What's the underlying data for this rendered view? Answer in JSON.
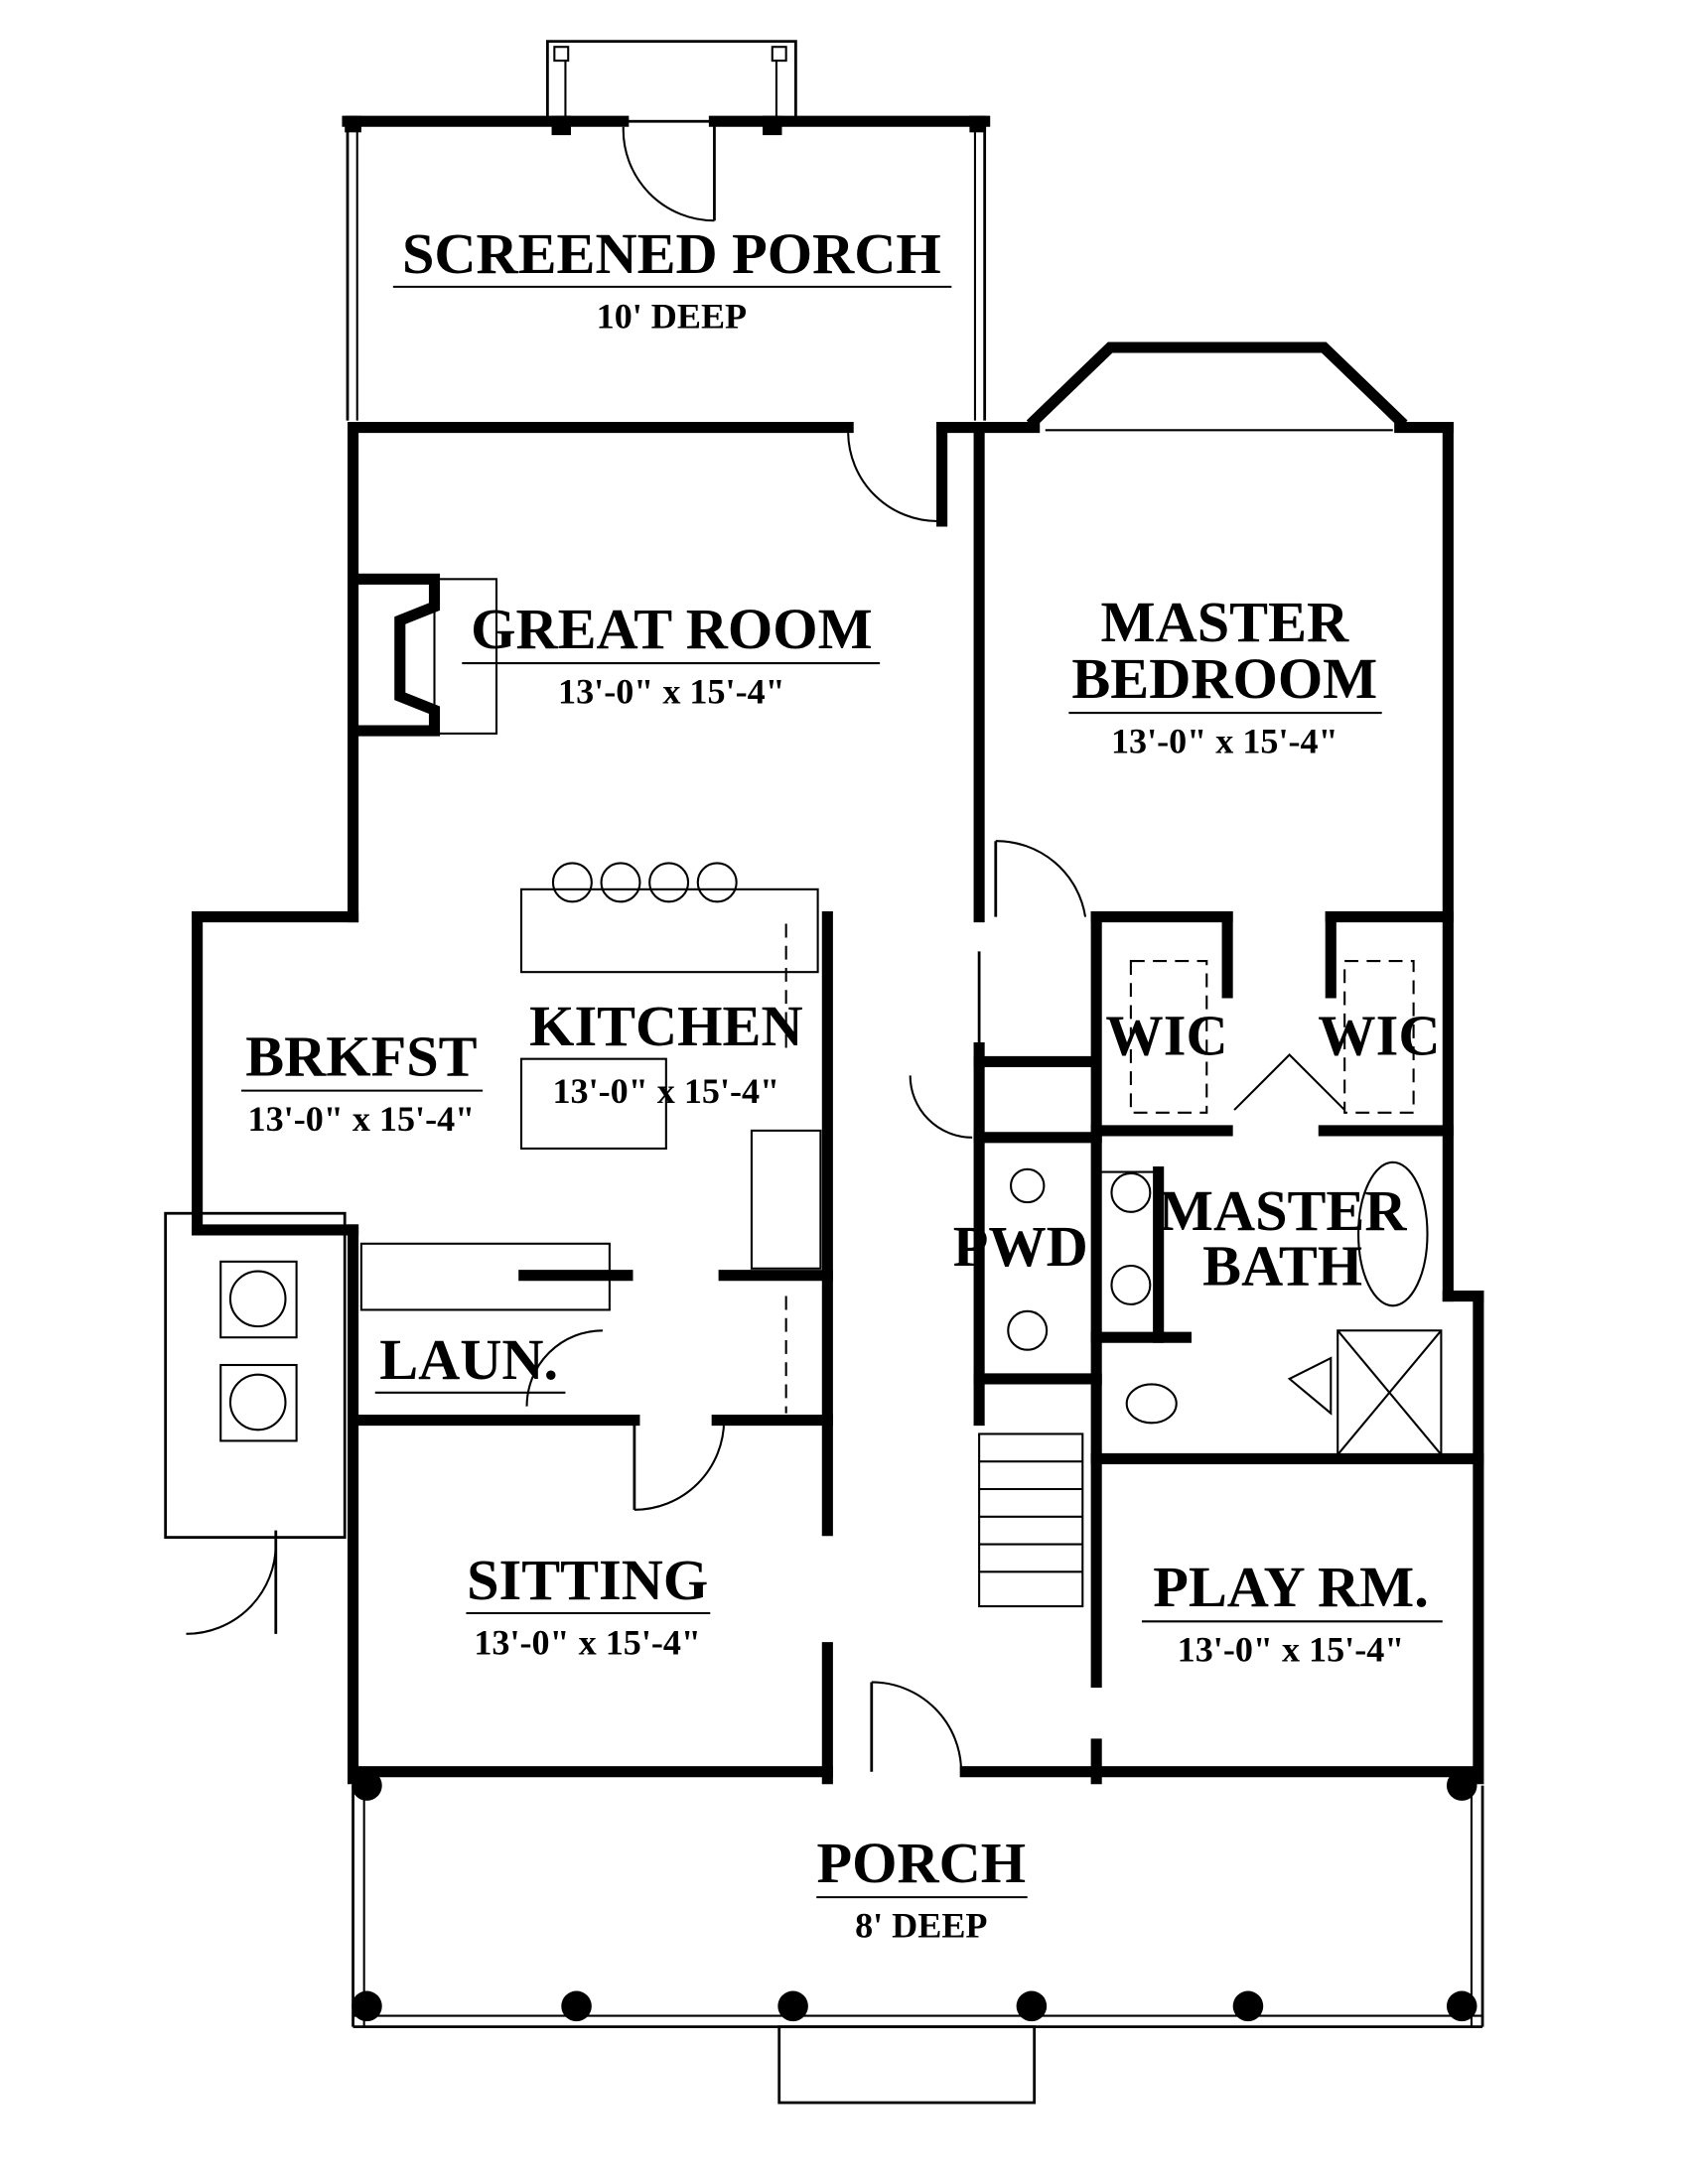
{
  "rooms": {
    "screened_porch": {
      "name": "SCREENED PORCH",
      "size": "10' DEEP"
    },
    "great_room": {
      "name": "GREAT ROOM",
      "size": "13'-0\" x 15'-4\""
    },
    "master_bedroom": {
      "name_line1": "MASTER",
      "name_line2": "BEDROOM",
      "size": "13'-0\" x 15'-4\""
    },
    "kitchen": {
      "name": "KITCHEN",
      "size": "13'-0\" x 15'-4\""
    },
    "breakfast": {
      "name": "BRKFST",
      "size": "13'-0\" x 15'-4\""
    },
    "wic_left": {
      "name": "WIC"
    },
    "wic_right": {
      "name": "WIC"
    },
    "powder": {
      "name": "PWD"
    },
    "master_bath": {
      "name_line1": "MASTER",
      "name_line2": "BATH"
    },
    "laundry": {
      "name": "LAUN."
    },
    "sitting": {
      "name": "SITTING",
      "size": "13'-0\" x 15'-4\""
    },
    "play_room": {
      "name": "PLAY RM.",
      "size": "13'-0\" x 15'-4\""
    },
    "porch": {
      "name": "PORCH",
      "size": "8' DEEP"
    }
  }
}
